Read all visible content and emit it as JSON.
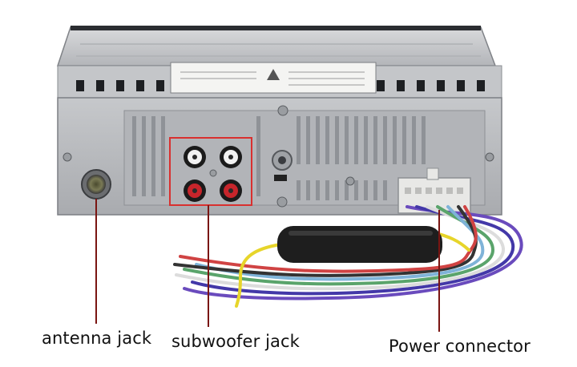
{
  "labels": {
    "antenna": "antenna jack",
    "subwoofer": "subwoofer jack",
    "power": "Power connector"
  },
  "colors": {
    "chassis": "#b9bbbf",
    "chassis_dark": "#8d9095",
    "highlight_box": "#d9302f",
    "rca_white": "#f2f2f2",
    "rca_red": "#c7252b",
    "callout_line": "#7a1512",
    "ferrite": "#1e1e1e"
  }
}
